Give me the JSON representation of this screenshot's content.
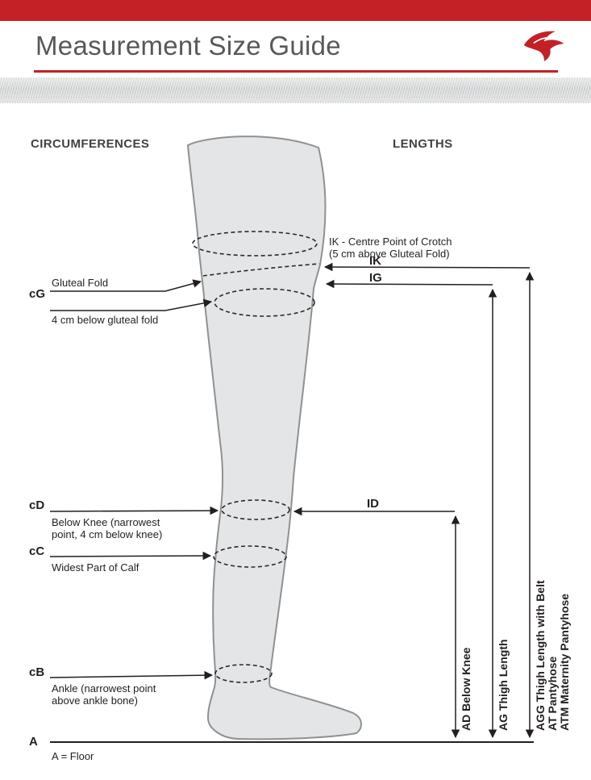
{
  "colors": {
    "brand_red": "#c42127",
    "title_text": "#57585b",
    "line_dark": "#231f20",
    "leg_fill": "#e4e5e6",
    "leg_outline": "#8f9193",
    "band_gray": "#dcdddd"
  },
  "header": {
    "title": "Measurement Size Guide",
    "logo_icon": "swallow-bird-logo"
  },
  "sections": {
    "circumferences": "CIRCUMFERENCES",
    "lengths": "LENGTHS"
  },
  "left": {
    "cg_code": "cG",
    "cg_label1": "Gluteal Fold",
    "cg_label2": "4 cm below gluteal fold",
    "cd_code": "cD",
    "cd_line1": "Below Knee (narrowest",
    "cd_line2": "point, 4 cm below knee)",
    "cc_code": "cC",
    "cc_label": "Widest Part of Calf",
    "cb_code": "cB",
    "cb_line1": "Ankle (narrowest point",
    "cb_line2": "above ankle bone)",
    "a_code": "A",
    "a_label": "A = Floor"
  },
  "right": {
    "ik_note1": "IK - Centre Point of Crotch",
    "ik_note2": "(5 cm above Gluteal Fold)",
    "ik_code": "IK",
    "ig_code": "IG",
    "id_code": "ID",
    "ad_label": "AD Below Knee",
    "ag_label": "AG Thigh Length",
    "agg_line1": "AGG Thigh Length with Belt",
    "agg_line2": "AT Pantyhose",
    "agg_line3": "ATM Maternity Pantyhose"
  }
}
